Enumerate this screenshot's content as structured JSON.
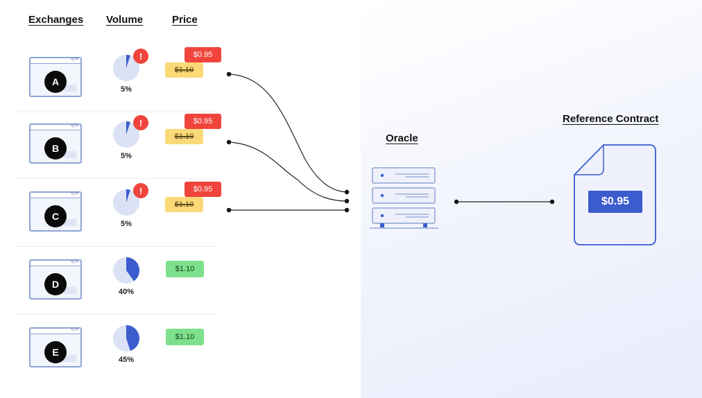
{
  "headers": {
    "exchanges": "Exchanges",
    "volume": "Volume",
    "price": "Price"
  },
  "exchanges": [
    {
      "letter": "A",
      "volume_pct": 5,
      "volume_label": "5%",
      "alert": "!",
      "new_price": "$0.95",
      "old_price": "$1.10",
      "manipulated": true
    },
    {
      "letter": "B",
      "volume_pct": 5,
      "volume_label": "5%",
      "alert": "!",
      "new_price": "$0.95",
      "old_price": "$1.10",
      "manipulated": true
    },
    {
      "letter": "C",
      "volume_pct": 5,
      "volume_label": "5%",
      "alert": "!",
      "new_price": "$0.95",
      "old_price": "$1.10",
      "manipulated": true
    },
    {
      "letter": "D",
      "volume_pct": 40,
      "volume_label": "40%",
      "price": "$1.10",
      "manipulated": false
    },
    {
      "letter": "E",
      "volume_pct": 45,
      "volume_label": "45%",
      "price": "$1.10",
      "manipulated": false
    }
  ],
  "oracle": {
    "label": "Oracle"
  },
  "reference_contract": {
    "label": "Reference Contract",
    "price": "$0.95"
  },
  "icons": {
    "window_code": "</>"
  },
  "colors": {
    "accent_blue": "#3a5ccd",
    "alert_red": "#f0443c",
    "stale_yellow": "#fbd978",
    "ok_green": "#7ee08c",
    "outline_blue": "#8ea3d6",
    "pie_light": "#dbe2f5"
  }
}
